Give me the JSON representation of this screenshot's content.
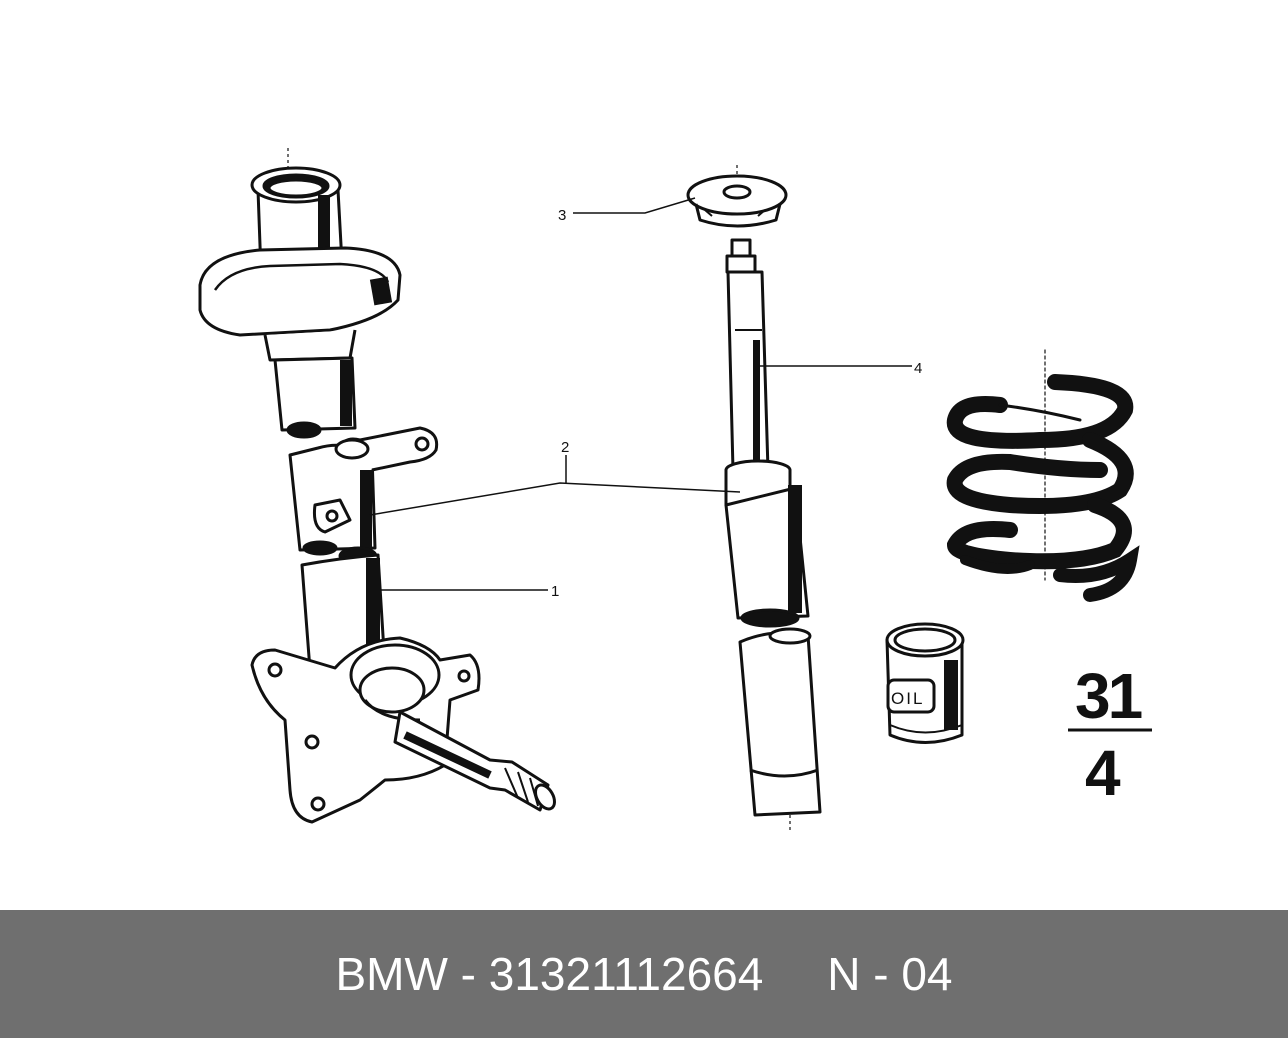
{
  "diagram": {
    "callouts": [
      "1",
      "2",
      "3",
      "4"
    ],
    "group": {
      "top": "31",
      "bottom": "4"
    },
    "oil_label": "OIL"
  },
  "footer": {
    "caption": "BMW - 31321112664     N - 04"
  },
  "colors": {
    "footer_bg": "#6f6f6f",
    "footer_text": "#ffffff",
    "ink": "#111111"
  }
}
